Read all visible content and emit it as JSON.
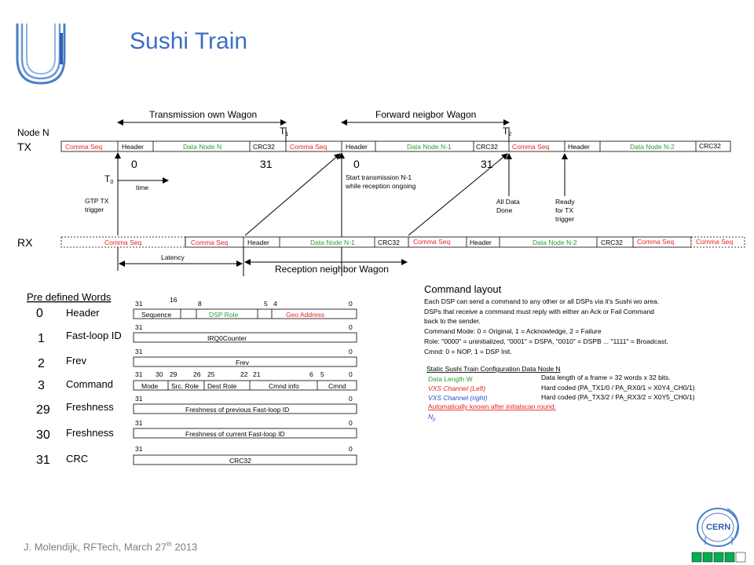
{
  "slide": {
    "title": "Sushi Train",
    "footer_text": "J. Molendijk, RFTech, March 27",
    "footer_sup": "th",
    "footer_year": " 2013",
    "cern_logo_text": "CERN"
  },
  "timing": {
    "node_label": "Node N",
    "tx_label": "TX",
    "rx_label": "RX",
    "transmission_own": "Transmission own Wagon",
    "forward_neighbor": "Forward neigbor Wagon",
    "t1": "T",
    "t1_sub": "1",
    "t2": "T",
    "t2_sub": "2",
    "t0": "T",
    "t0_sub": "0",
    "time_label": "time",
    "gtp_line1": "GTP TX",
    "gtp_line2": "trigger",
    "start_tx_line1": "Start transmission N-1",
    "start_tx_line2": "while reception ongoing",
    "all_data_line1": "All Data",
    "all_data_line2": "Done",
    "ready_line1": "Ready",
    "ready_line2": "for TX",
    "ready_line3": "trigger",
    "latency_label": "Latency",
    "reception_neighbor": "Reception neighbor Wagon",
    "tx_num_0a": "0",
    "tx_num_31a": "31",
    "tx_num_0b": "0",
    "tx_num_31b": "31",
    "tx_segments": [
      {
        "label": "Comma Seq",
        "color": "red"
      },
      {
        "label": "Header",
        "color": "black"
      },
      {
        "label": "Data Node N",
        "color": "green"
      },
      {
        "label": "CRC32",
        "color": "black"
      },
      {
        "label": "Comma Seq",
        "color": "red"
      },
      {
        "label": "Header",
        "color": "black"
      },
      {
        "label": "Data Node N-1",
        "color": "green"
      },
      {
        "label": "CRC32",
        "color": "black"
      },
      {
        "label": "Comma Seq",
        "color": "red"
      },
      {
        "label": "Header",
        "color": "black"
      },
      {
        "label": "Data Node N-2",
        "color": "green"
      },
      {
        "label": "CRC32",
        "color": "black"
      }
    ],
    "rx_segments": [
      {
        "label": "Comma Seq",
        "color": "red"
      },
      {
        "label": "Comma Seq",
        "color": "red"
      },
      {
        "label": "Header",
        "color": "black"
      },
      {
        "label": "Data Node N-1",
        "color": "green"
      },
      {
        "label": "CRC32",
        "color": "black"
      },
      {
        "label": "Comma Seq",
        "color": "red"
      },
      {
        "label": "Header",
        "color": "black"
      },
      {
        "label": "Data Node N-2",
        "color": "green"
      },
      {
        "label": "CRC32",
        "color": "black"
      },
      {
        "label": "Comma Seq",
        "color": "red"
      },
      {
        "label": "Comma Seq",
        "color": "red"
      }
    ]
  },
  "predefined": {
    "title": "Pre defined Words",
    "words": [
      {
        "num": "0",
        "name": "Header"
      },
      {
        "num": "1",
        "name": "Fast-loop ID"
      },
      {
        "num": "2",
        "name": "Frev"
      },
      {
        "num": "3",
        "name": "Command"
      },
      {
        "num": "29",
        "name": "Freshness"
      },
      {
        "num": "30",
        "name": "Freshness"
      },
      {
        "num": "31",
        "name": "CRC"
      }
    ],
    "header_bits": {
      "b31": "31",
      "b16": "16",
      "b8": "8",
      "b5": "5",
      "b4": "4",
      "b0": "0"
    },
    "header_fields": {
      "sequence": "Sequence",
      "dsp_role": "DSP Role",
      "geo_address": "Geo Address"
    },
    "fastloop_bits": {
      "b31": "31",
      "b0": "0"
    },
    "fastloop_field": "IRQ0Counter",
    "frev_bits": {
      "b31": "31",
      "b0": "0"
    },
    "frev_field": "Frev",
    "command_bits": {
      "b31": "31",
      "b30": "30",
      "b29": "29",
      "b26": "26",
      "b25": "25",
      "b22": "22",
      "b21": "21",
      "b6": "6",
      "b5": "5",
      "b0": "0"
    },
    "command_fields": {
      "mode": "Mode",
      "src_role": "Src. Role",
      "dest_role": "Dest Role",
      "cmnd_info": "Cmnd info",
      "cmnd": "Cmnd"
    },
    "fresh29_bits": {
      "b31": "31",
      "b0": "0"
    },
    "fresh29_field": "Freshness of previous Fast-loop ID",
    "fresh30_bits": {
      "b31": "31",
      "b0": "0"
    },
    "fresh30_field": "Freshness of current Fast-loop ID",
    "crc_bits": {
      "b31": "31",
      "b0": "0"
    },
    "crc_field": "CRC32"
  },
  "command_layout": {
    "title": "Command layout",
    "lines": [
      " Each DSP can send a command to any other or all DSPs via it's Sushi wo area.",
      "DSPs that receive a command must reply with either an Ack or Fail Command",
      "back to the sender.",
      "Command Mode: 0 = Original, 1 = Acknowledge, 2 = Failure",
      "Role: \"0000\" = uninitialized, \"0001\" = DSPA, \"0010\" = DSPB ... \"1111\" = Broadcast.",
      "Cmnd: 0 = NOP, 1 = DSP Init."
    ]
  },
  "config": {
    "title": "Static Sushi Train Configuration Data Node N",
    "rows": [
      {
        "left": "Data Length W",
        "right": "Data length of a frame = 32 words x 32 bits."
      },
      {
        "left": "VXS Channel (Left)",
        "right": "Hard coded (PA_TX1/0 / PA_RX0/1 = X0Y4_CH0/1)"
      },
      {
        "left": "VXS Channel (right)",
        "right": "Hard coded (PA_TX3/2 / PA_RX3/2 = X0Y5_CH0/1)"
      }
    ],
    "auto_known": "Automatically known after initialscan round.",
    "n_label": "N",
    "n_sub": "p"
  },
  "colors": {
    "title_blue": "#3d6fc0",
    "red": "#e8201e",
    "green": "#2e9b2e",
    "blue": "#2a4fc6",
    "logo_blue": "#4a7ec8",
    "cern_green": "#00b050"
  }
}
